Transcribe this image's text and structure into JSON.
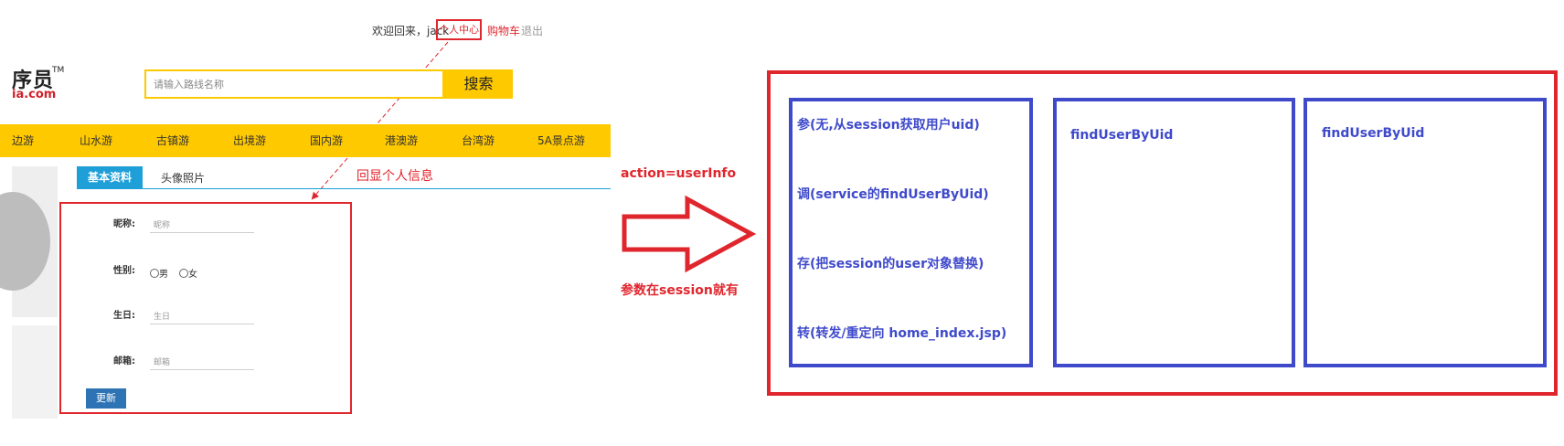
{
  "header": {
    "welcome": "欢迎回来，jack",
    "user_center": "个人中心",
    "cart": "购物车",
    "logout": "退出"
  },
  "logo": {
    "text": "序员",
    "tm": "TM",
    "domain": "ia.com"
  },
  "search": {
    "placeholder": "请输入路线名称",
    "button": "搜索"
  },
  "nav": {
    "items": [
      "边游",
      "山水游",
      "古镇游",
      "出境游",
      "国内游",
      "港澳游",
      "台湾游",
      "5A景点游"
    ]
  },
  "tabs": {
    "basic": "基本资料",
    "avatar": "头像照片"
  },
  "form": {
    "nickname_label": "昵称:",
    "nickname_placeholder": "昵称",
    "gender_label": "性别:",
    "gender_options": [
      "男",
      "女"
    ],
    "birthday_label": "生日:",
    "birthday_placeholder": "生日",
    "email_label": "邮箱:",
    "email_placeholder": "邮箱",
    "update_button": "更新"
  },
  "annotations": {
    "echo": "回显个人信息",
    "action": "action=userInfo",
    "session_note": "参数在session就有"
  },
  "diagram": {
    "steps": [
      "参(无,从session获取用户uid)",
      "调(service的findUserByUid)",
      "存(把session的user对象替换)",
      "转(转发/重定向 home_index.jsp)"
    ],
    "service_method": "findUserByUid",
    "dao_method": "findUserByUid"
  },
  "colors": {
    "accent_red": "#e0262d",
    "nav_yellow": "#ffc900",
    "tab_blue": "#1e9fd7",
    "diagram_blue": "#3f4acb",
    "button_blue": "#2e74b5"
  }
}
